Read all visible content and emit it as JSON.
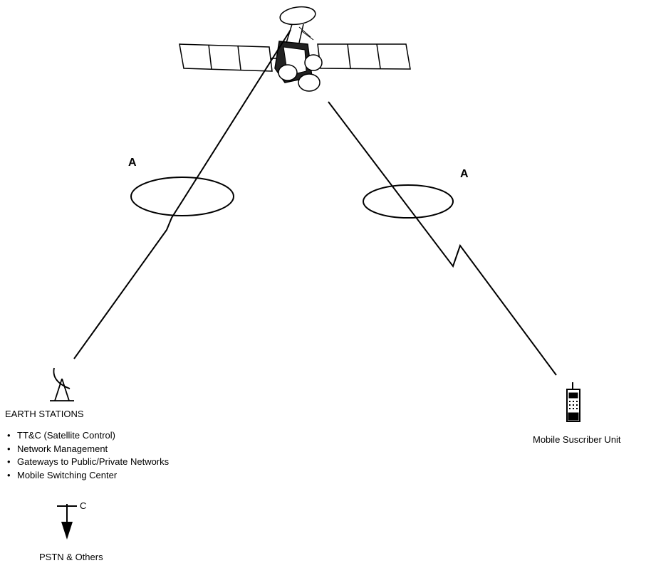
{
  "colors": {
    "ink": "#000000",
    "background": "#ffffff"
  },
  "labels": {
    "link_a_left": "A",
    "link_a_right": "A",
    "earth_stations": "EARTH STATIONS",
    "mobile_unit": "Mobile Suscriber Unit",
    "interface_c": "C",
    "pstn": "PSTN & Others"
  },
  "earth_station_functions": [
    "TT&C (Satellite Control)",
    "Network Management",
    "Gateways to Public/Private Networks",
    "Mobile Switching Center"
  ],
  "icons": {
    "satellite": "satellite-icon",
    "dish": "satellite-dish-icon",
    "handset": "mobile-phone-icon",
    "interface_arrow": "down-arrow-icon"
  }
}
